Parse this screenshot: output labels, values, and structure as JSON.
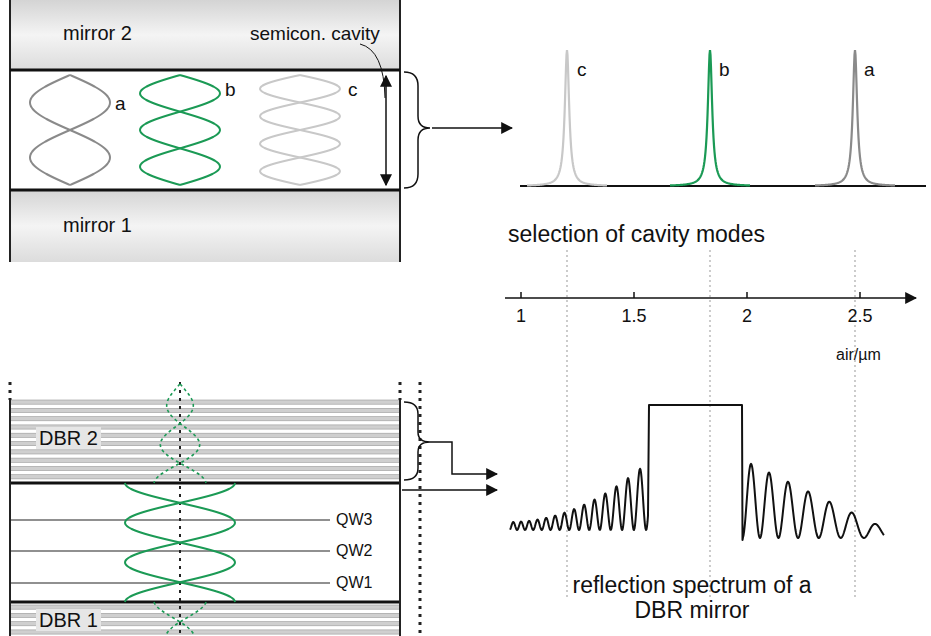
{
  "diagram": {
    "nodes": [
      {
        "text": [
          "mirror 2"
        ]
      },
      {
        "text": [
          "mirror 1"
        ]
      },
      {
        "text": [
          "DBR 2"
        ]
      },
      {
        "text": [
          "DBR 1"
        ]
      }
    ],
    "labels": [
      "semicon. cavity",
      "a",
      "b",
      "c",
      "c",
      "b",
      "a",
      "selection of cavity modes",
      "1",
      "1.5",
      "2",
      "2.5",
      "air/µm",
      "QW3",
      "QW2",
      "QW1",
      "reflection spectrum of a DBR mirror"
    ]
  }
}
